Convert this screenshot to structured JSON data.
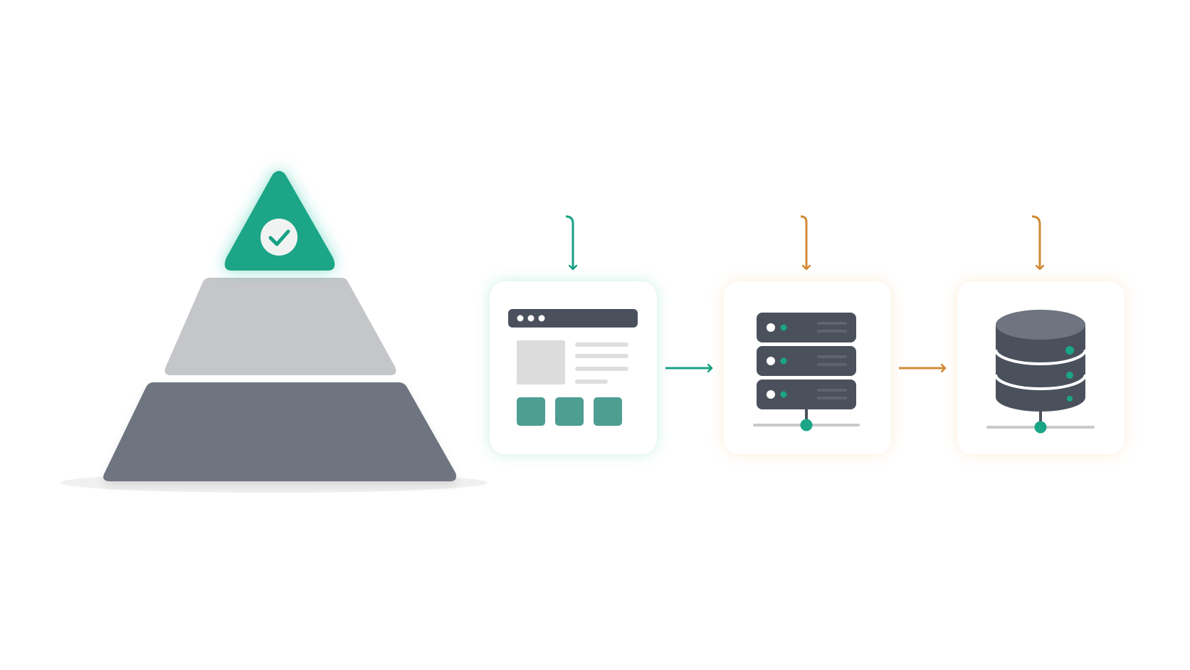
{
  "colors": {
    "background": "#ffffff",
    "accent_green": "#17a084",
    "accent_orange": "#d08a33",
    "pyramid_top": "#1aa587",
    "pyramid_middle": "#c5c6c9",
    "pyramid_bottom": "#6e7480",
    "icon_dark": "#4b515c",
    "icon_teal": "#4f9e92",
    "card_bg": "#ffffff",
    "placeholder_gray": "#dcdcdc"
  },
  "pyramid": {
    "layers": [
      {
        "name": "top",
        "color_key": "pyramid_top",
        "icon": "check-icon",
        "highlighted": true
      },
      {
        "name": "middle",
        "color_key": "pyramid_middle"
      },
      {
        "name": "bottom",
        "color_key": "pyramid_bottom"
      }
    ]
  },
  "components": [
    {
      "name": "frontend",
      "icon": "browser-window-icon",
      "glow": "green"
    },
    {
      "name": "backend",
      "icon": "server-rack-icon",
      "glow": "orange"
    },
    {
      "name": "database",
      "icon": "database-icon",
      "glow": "orange"
    }
  ],
  "connections": [
    {
      "from": "pyramid-top",
      "to": "frontend",
      "color_key": "accent_green"
    },
    {
      "from": "pyramid-top",
      "to": "backend",
      "color_key": "accent_orange"
    },
    {
      "from": "pyramid-top",
      "to": "database",
      "color_key": "accent_orange"
    },
    {
      "from": "frontend",
      "to": "backend",
      "color_key": "accent_green"
    },
    {
      "from": "backend",
      "to": "database",
      "color_key": "accent_orange"
    }
  ]
}
